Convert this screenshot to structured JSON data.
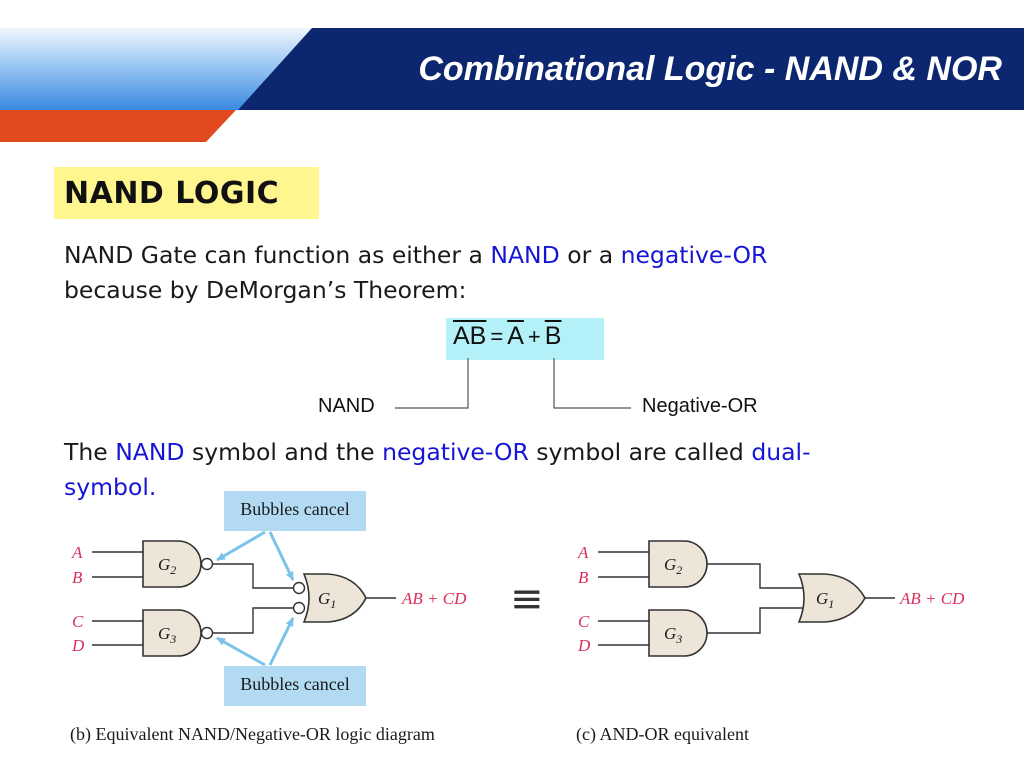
{
  "title": "Combinational Logic - NAND & NOR",
  "section_heading": "NAND LOGIC",
  "intro": {
    "part1": "NAND Gate can function as either a ",
    "nand": "NAND",
    "part2": " or a ",
    "negative_or": "negative-OR",
    "line2": "because by DeMorgan’s Theorem:"
  },
  "equation": {
    "lhs": "AB",
    "equals": "=",
    "a": "A",
    "plus": "+",
    "b": "B",
    "label_left": "NAND",
    "label_right": "Negative-OR"
  },
  "dual": {
    "the": "The ",
    "nand": "NAND",
    "mid": " symbol and the ",
    "negative_or": "negative-OR",
    "end": " symbol are called ",
    "dual": "dual-",
    "line2": "symbol."
  },
  "circuit_b": {
    "inputs": [
      "A",
      "B",
      "C",
      "D"
    ],
    "gates": {
      "g2": "G",
      "g2_sub": "2",
      "g3": "G",
      "g3_sub": "3",
      "g1": "G",
      "g1_sub": "1"
    },
    "output": "AB + CD",
    "callout_top": "Bubbles cancel",
    "callout_bottom": "Bubbles cancel",
    "caption": "(b)  Equivalent NAND/Negative-OR logic diagram"
  },
  "equivalence_symbol": "≡",
  "circuit_c": {
    "inputs": [
      "A",
      "B",
      "C",
      "D"
    ],
    "gates": {
      "g2": "G",
      "g2_sub": "2",
      "g3": "G",
      "g3_sub": "3",
      "g1": "G",
      "g1_sub": "1"
    },
    "output": "AB + CD",
    "caption": "(c)  AND-OR equivalent"
  },
  "colors": {
    "banner_light": "#dcecfa",
    "banner_mid": "#3f8fe3",
    "banner_dark": "#0d2670",
    "accent_orange": "#e04a1e",
    "heading_bg": "#fff68f",
    "highlight_text": "#1515d6",
    "equation_bg": "#b3f0f7",
    "callout_bg": "#b2dbf3",
    "gate_fill": "#ede5d8",
    "label_red": "#d8305a",
    "arrow_blue": "#7cc3ea"
  }
}
